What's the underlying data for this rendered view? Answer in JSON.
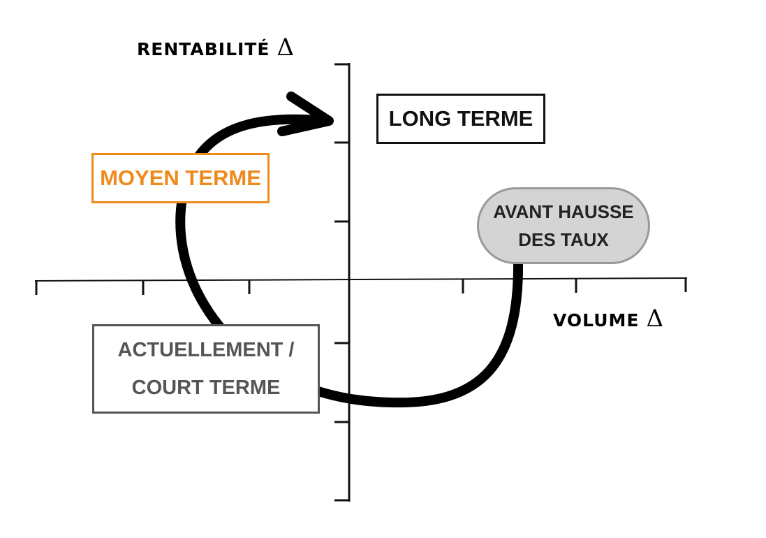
{
  "axes": {
    "y_label": "RENTABILITÉ",
    "x_label": "VOLUME",
    "delta_symbol": "Δ"
  },
  "boxes": {
    "long_term": "LONG TERME",
    "medium_term": "MOYEN TERME",
    "current_line1": "ACTUELLEMENT /",
    "current_line2": "COURT TERME",
    "before_hike_line1": "AVANT HAUSSE",
    "before_hike_line2": "DES TAUX"
  },
  "colors": {
    "long_term": "#111111",
    "medium_term": "#ee8a1c",
    "current": "#555555",
    "before_hike_fill": "#d4d4d4",
    "before_hike_border": "#999999",
    "arrow": "#000000"
  },
  "icons": {
    "delta": "delta-symbol",
    "arrow": "curved-arrow"
  }
}
